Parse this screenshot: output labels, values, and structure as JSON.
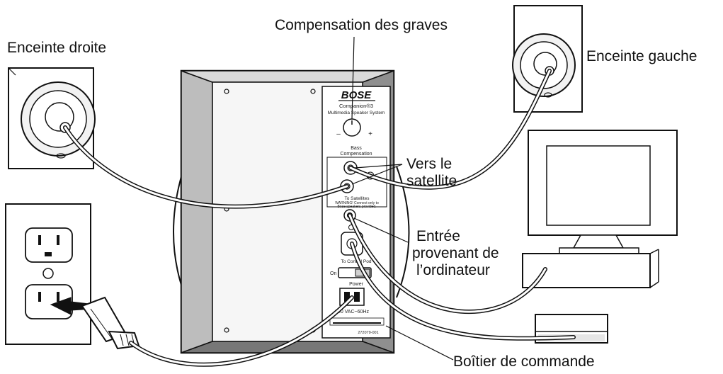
{
  "labels": {
    "bass_compensation": "Compensation des graves",
    "right_speaker": "Enceinte droite",
    "left_speaker": "Enceinte gauche",
    "to_satellite_line1": "Vers le",
    "to_satellite_line2": "satellite",
    "input_line1": "Entrée",
    "input_line2": "provenant de",
    "input_line3": "l’ordinateur",
    "control_pod": "Boîtier de commande"
  },
  "panel": {
    "brand": "BOSE",
    "model": "Companion®3",
    "system": "Multimedia Speaker System",
    "knob_minus": "–",
    "knob_plus": "+",
    "bass_label_1": "Bass",
    "bass_label_2": "Compensation",
    "to_satellites": "To Satellites",
    "warning_1": "WARNING! Connect only to",
    "warning_2": "Bose speakers provided.",
    "to_control_pod": "To Control Pod",
    "switch_on": "On",
    "power": "Power",
    "voltage": "120 VAC~60Hz",
    "serial": "272079-001"
  },
  "colors": {
    "ink": "#111111",
    "paper": "#ffffff",
    "shade": "#e6e6e6",
    "dark_wood": "#9a9a9a"
  },
  "icons": [
    "outlet-icon",
    "plug-icon",
    "computer-monitor-icon",
    "control-pod-icon",
    "speaker-icon"
  ]
}
